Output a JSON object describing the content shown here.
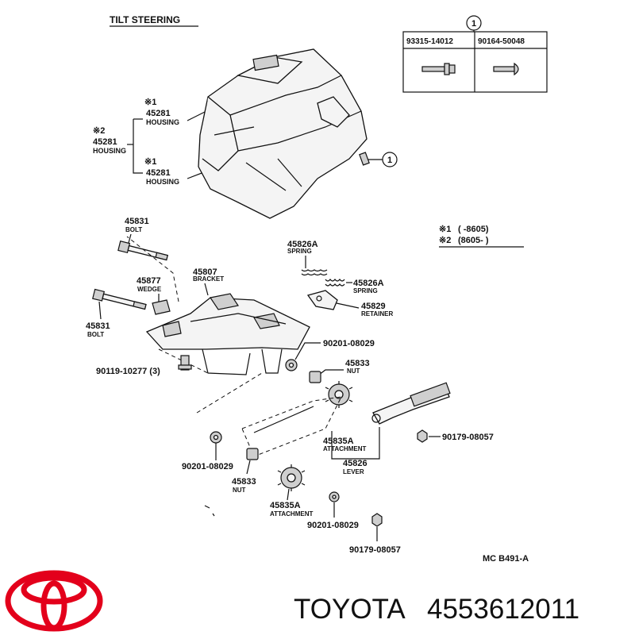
{
  "diagram": {
    "title": "TILT STEERING",
    "ref_marker": "1",
    "ref_table": {
      "col1_part": "93315-14012",
      "col2_part": "90164-50048"
    },
    "housing_labels": [
      {
        "mark": "※1",
        "part": "45281",
        "name": "HOUSING"
      },
      {
        "mark": "※2",
        "part": "45281",
        "name": "HOUSING"
      },
      {
        "mark": "※1",
        "part": "45281",
        "name": "HOUSING"
      }
    ],
    "notes": [
      {
        "mark": "※1",
        "text": "(      -8605)"
      },
      {
        "mark": "※2",
        "text": "(8605-      )"
      }
    ],
    "parts": {
      "bolt_top": {
        "part": "45831",
        "name": "BOLT"
      },
      "bolt_bottom": {
        "part": "45831",
        "name": "BOLT"
      },
      "wedge": {
        "part": "45877",
        "name": "WEDGE"
      },
      "bracket": {
        "part": "45807",
        "name": "BRACKET"
      },
      "spring_top": {
        "part": "45826A",
        "name": "SPRING"
      },
      "spring_right": {
        "part": "45826A",
        "name": "SPRING"
      },
      "retainer": {
        "part": "45829",
        "name": "RETAINER"
      },
      "washer_top": {
        "part": "90201-08029"
      },
      "screw_set": {
        "part": "90119-10277 (3)"
      },
      "nut_top": {
        "part": "45833",
        "name": "NUT"
      },
      "attachment_top": {
        "part": "45835A",
        "name": "ATTACHMENT"
      },
      "lever": {
        "part": "45826",
        "name": "LEVER"
      },
      "nut_right": {
        "part": "90179-08057"
      },
      "washer_left": {
        "part": "90201-08029"
      },
      "nut_bottom": {
        "part": "45833",
        "name": "NUT"
      },
      "attachment_bottom": {
        "part": "45835A",
        "name": "ATTACHMENT"
      },
      "washer_bottom": {
        "part": "90201-08029"
      },
      "nut_lower": {
        "part": "90179-08057"
      }
    },
    "diagram_code": "MC  B491-A"
  },
  "footer": {
    "brand": "TOYOTA",
    "part_number": "4553612011",
    "logo_color": "#e3001b"
  }
}
